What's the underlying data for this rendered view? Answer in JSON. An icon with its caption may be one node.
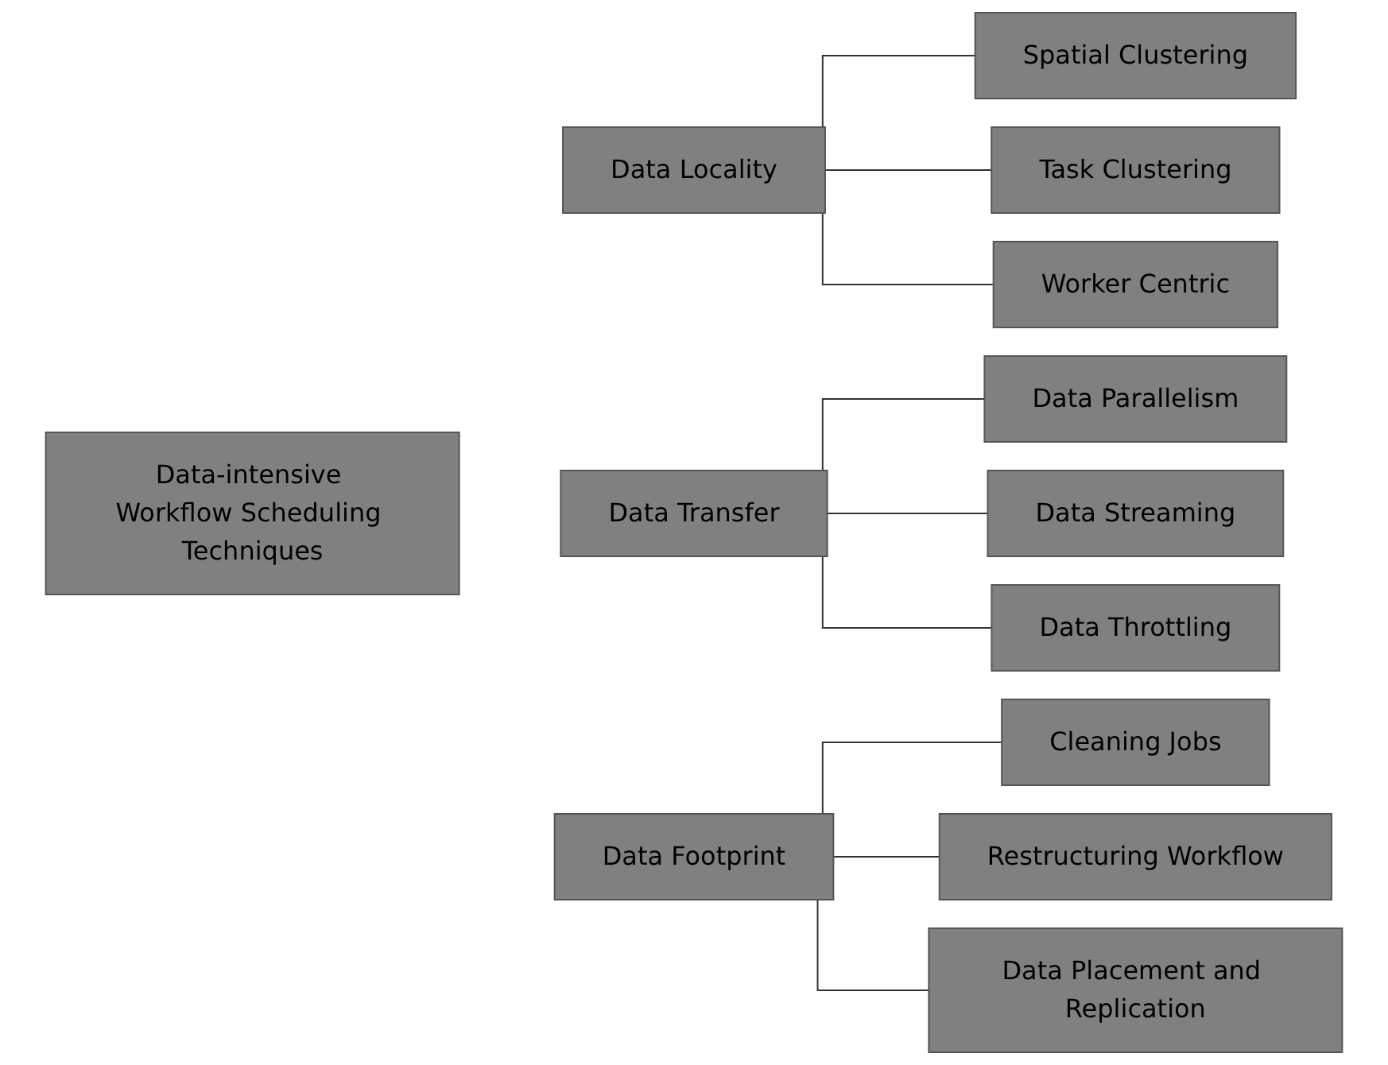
{
  "diagram": {
    "nodes": [
      {
        "text": [
          "Data-intensive Workflow Scheduling Techniques"
        ]
      },
      {
        "text": [
          "Data Locality"
        ]
      },
      {
        "text": [
          "Spatial Clustering"
        ]
      },
      {
        "text": [
          "Task Clustering"
        ]
      },
      {
        "text": [
          "Worker Centric"
        ]
      },
      {
        "text": [
          "Data Transfer"
        ]
      },
      {
        "text": [
          "Data Parallelism"
        ]
      },
      {
        "text": [
          "Data Streaming"
        ]
      },
      {
        "text": [
          "Data Throttling"
        ]
      },
      {
        "text": [
          "Data Footprint"
        ]
      },
      {
        "text": [
          "Cleaning Jobs"
        ]
      },
      {
        "text": [
          "Restructuring Workflow"
        ]
      },
      {
        "text": [
          "Data Placement and Replication"
        ]
      }
    ],
    "edges": [
      {
        "from": 1,
        "to": 2,
        "arrow": "none"
      },
      {
        "from": 1,
        "to": 3,
        "arrow": "none"
      },
      {
        "from": 1,
        "to": 4,
        "arrow": "none"
      },
      {
        "from": 5,
        "to": 6,
        "arrow": "none"
      },
      {
        "from": 5,
        "to": 7,
        "arrow": "none"
      },
      {
        "from": 5,
        "to": 8,
        "arrow": "none"
      },
      {
        "from": 9,
        "to": 10,
        "arrow": "none"
      },
      {
        "from": 9,
        "to": 11,
        "arrow": "none"
      },
      {
        "from": 9,
        "to": 12,
        "arrow": "none"
      }
    ]
  }
}
